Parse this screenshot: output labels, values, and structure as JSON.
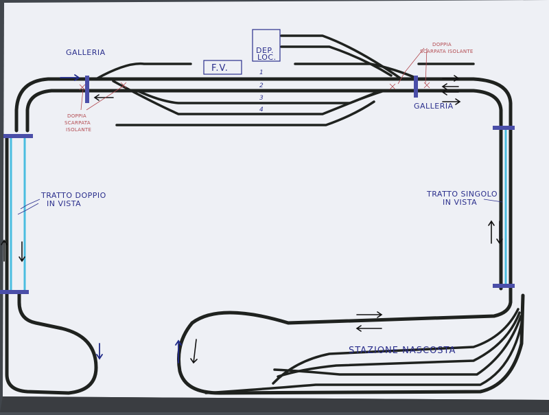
{
  "labels": {
    "dep_loc_line1": "DEP.",
    "dep_loc_line2": "LOC.",
    "fv": "F.V.",
    "galleria_left": "GALLERIA",
    "galleria_right": "GALLERIA",
    "doppia_left_line1": "DOPPIA",
    "doppia_left_line2": "SCARPATA",
    "doppia_left_line3": "ISOLANTE",
    "doppia_right_line1": "DOPPIA",
    "doppia_right_line2": "SCARPATA ISOLANTE",
    "tratto_doppio_line1": "TRATTO DOPPIO",
    "tratto_doppio_line2": "IN VISTA",
    "tratto_singolo_line1": "TRATTO SINGOLO",
    "tratto_singolo_line2": "IN VISTA",
    "stazione_nascosta": "STAZIONE NASCOSTA"
  },
  "track_numbers": [
    "1",
    "2",
    "3",
    "4"
  ],
  "colors": {
    "paper": "#f0f1f6",
    "track": "#1f221f",
    "ink_blue": "#2a2e8c",
    "ink_red": "#b2484e",
    "cyan_marker": "#49bde0"
  }
}
